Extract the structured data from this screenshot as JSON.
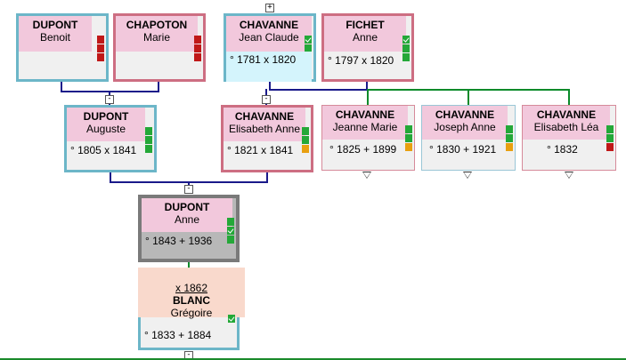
{
  "people": {
    "p_dupont_benoit": {
      "surname": "DUPONT",
      "given": "Benoit"
    },
    "p_chapoton_marie": {
      "surname": "CHAPOTON",
      "given": "Marie"
    },
    "p_chavanne_jc": {
      "surname": "CHAVANNE",
      "given": "Jean Claude",
      "dates": "° 1781   x 1820"
    },
    "p_fichet_anne": {
      "surname": "FICHET",
      "given": "Anne",
      "dates": "° 1797   x 1820"
    },
    "p_dupont_auguste": {
      "surname": "DUPONT",
      "given": "Auguste",
      "dates": "° 1805   x 1841"
    },
    "p_chavanne_ea": {
      "surname": "CHAVANNE",
      "given": "Elisabeth Anne",
      "dates": "° 1821   x 1841"
    },
    "p_chavanne_jm": {
      "surname": "CHAVANNE",
      "given": "Jeanne Marie",
      "dates": "° 1825   + 1899"
    },
    "p_chavanne_ja": {
      "surname": "CHAVANNE",
      "given": "Joseph Anne",
      "dates": "° 1830   + 1921"
    },
    "p_chavanne_el": {
      "surname": "CHAVANNE",
      "given": "Elisabeth Léa",
      "dates": "° 1832"
    },
    "p_dupont_anne": {
      "surname": "DUPONT",
      "given": "Anne",
      "dates": "° 1843   + 1936"
    },
    "p_blanc_gregoire": {
      "surname": "BLANC",
      "given": "Grégoire",
      "dates": "° 1833   + 1884",
      "marriage": "x 1862"
    }
  },
  "expanders": {
    "collapse": "-",
    "expand": "+"
  },
  "colors": {
    "male_border": "#6cb6c8",
    "female_border": "#cd6e82",
    "name_bg": "#f2c8dc",
    "marriage_bg": "#f9d9cc",
    "line_navy": "#1a1a8a",
    "line_green": "#0a8a2a",
    "status_red": "#c01818",
    "status_green": "#24a838",
    "status_orange": "#e8a010"
  }
}
